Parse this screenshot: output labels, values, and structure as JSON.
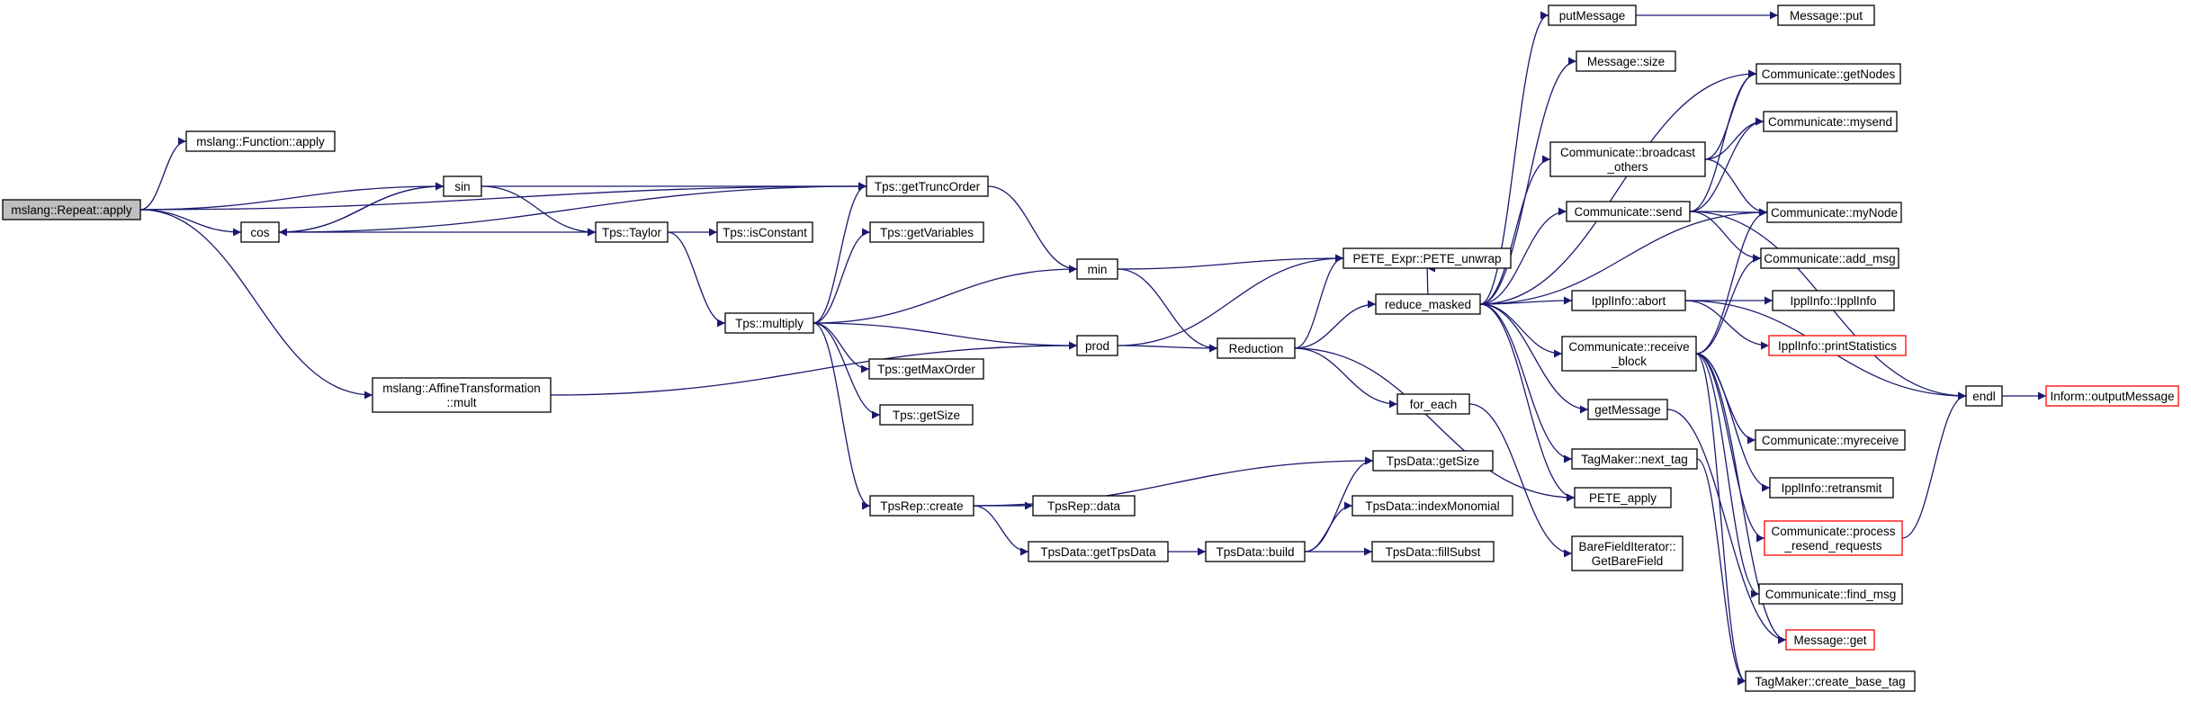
{
  "colors": {
    "edge": "#191970",
    "node_border": "#000000",
    "node_fill": "#ffffff",
    "root_fill": "#bfbfbf",
    "truncated_border": "#ff0000"
  },
  "nodes": [
    {
      "id": "repeat_apply",
      "lines": [
        "mslang::Repeat::apply"
      ],
      "root": true
    },
    {
      "id": "function_apply",
      "lines": [
        "mslang::Function::apply"
      ]
    },
    {
      "id": "sin",
      "lines": [
        "sin"
      ]
    },
    {
      "id": "cos",
      "lines": [
        "cos"
      ]
    },
    {
      "id": "affine_mult",
      "lines": [
        "mslang::AffineTransformation",
        "::mult"
      ]
    },
    {
      "id": "get_trunc_order",
      "lines": [
        "Tps::getTruncOrder"
      ]
    },
    {
      "id": "taylor",
      "lines": [
        "Tps::Taylor"
      ]
    },
    {
      "id": "is_constant",
      "lines": [
        "Tps::isConstant"
      ]
    },
    {
      "id": "get_variables",
      "lines": [
        "Tps::getVariables"
      ]
    },
    {
      "id": "multiply",
      "lines": [
        "Tps::multiply"
      ]
    },
    {
      "id": "get_max_order",
      "lines": [
        "Tps::getMaxOrder"
      ]
    },
    {
      "id": "get_size",
      "lines": [
        "Tps::getSize"
      ]
    },
    {
      "id": "tpsrep_create",
      "lines": [
        "TpsRep::create"
      ]
    },
    {
      "id": "tpsrep_data",
      "lines": [
        "TpsRep::data"
      ]
    },
    {
      "id": "get_tps_data",
      "lines": [
        "TpsData::getTpsData"
      ]
    },
    {
      "id": "tpsdata_build",
      "lines": [
        "TpsData::build"
      ]
    },
    {
      "id": "tpsdata_get_size",
      "lines": [
        "TpsData::getSize"
      ]
    },
    {
      "id": "index_monomial",
      "lines": [
        "TpsData::indexMonomial"
      ]
    },
    {
      "id": "fill_subst",
      "lines": [
        "TpsData::fillSubst"
      ]
    },
    {
      "id": "min",
      "lines": [
        "min"
      ]
    },
    {
      "id": "prod",
      "lines": [
        "prod"
      ]
    },
    {
      "id": "reduction",
      "lines": [
        "Reduction"
      ]
    },
    {
      "id": "pete_unwrap",
      "lines": [
        "PETE_Expr::PETE_unwrap"
      ]
    },
    {
      "id": "reduce_masked",
      "lines": [
        "reduce_masked"
      ]
    },
    {
      "id": "for_each",
      "lines": [
        "for_each"
      ]
    },
    {
      "id": "put_message",
      "lines": [
        "putMessage"
      ]
    },
    {
      "id": "message_put",
      "lines": [
        "Message::put"
      ]
    },
    {
      "id": "message_size",
      "lines": [
        "Message::size"
      ]
    },
    {
      "id": "broadcast_others",
      "lines": [
        "Communicate::broadcast",
        "_others"
      ]
    },
    {
      "id": "comm_send",
      "lines": [
        "Communicate::send"
      ]
    },
    {
      "id": "ippl_abort",
      "lines": [
        "IpplInfo::abort"
      ]
    },
    {
      "id": "receive_block",
      "lines": [
        "Communicate::receive",
        "_block"
      ]
    },
    {
      "id": "get_message",
      "lines": [
        "getMessage"
      ]
    },
    {
      "id": "next_tag",
      "lines": [
        "TagMaker::next_tag"
      ]
    },
    {
      "id": "pete_apply",
      "lines": [
        "PETE_apply"
      ]
    },
    {
      "id": "get_bare_field",
      "lines": [
        "BareFieldIterator::",
        "GetBareField"
      ]
    },
    {
      "id": "get_nodes",
      "lines": [
        "Communicate::getNodes"
      ]
    },
    {
      "id": "mysend",
      "lines": [
        "Communicate::mysend"
      ]
    },
    {
      "id": "my_node",
      "lines": [
        "Communicate::myNode"
      ]
    },
    {
      "id": "add_msg",
      "lines": [
        "Communicate::add_msg"
      ]
    },
    {
      "id": "ippl_info",
      "lines": [
        "IpplInfo::IpplInfo"
      ]
    },
    {
      "id": "print_statistics",
      "lines": [
        "IpplInfo::printStatistics"
      ],
      "truncated": true
    },
    {
      "id": "myreceive",
      "lines": [
        "Communicate::myreceive"
      ]
    },
    {
      "id": "retransmit",
      "lines": [
        "IpplInfo::retransmit"
      ]
    },
    {
      "id": "process_resend",
      "lines": [
        "Communicate::process",
        "_resend_requests"
      ],
      "truncated": true
    },
    {
      "id": "find_msg",
      "lines": [
        "Communicate::find_msg"
      ]
    },
    {
      "id": "message_get",
      "lines": [
        "Message::get"
      ],
      "truncated": true
    },
    {
      "id": "create_base_tag",
      "lines": [
        "TagMaker::create_base_tag"
      ]
    },
    {
      "id": "endl",
      "lines": [
        "endl"
      ]
    },
    {
      "id": "output_message",
      "lines": [
        "Inform::outputMessage"
      ],
      "truncated": true
    }
  ],
  "edges": [
    [
      "repeat_apply",
      "function_apply"
    ],
    [
      "repeat_apply",
      "sin"
    ],
    [
      "repeat_apply",
      "cos"
    ],
    [
      "repeat_apply",
      "affine_mult"
    ],
    [
      "repeat_apply",
      "get_trunc_order"
    ],
    [
      "sin",
      "cos"
    ],
    [
      "cos",
      "sin"
    ],
    [
      "sin",
      "get_trunc_order"
    ],
    [
      "sin",
      "taylor"
    ],
    [
      "cos",
      "taylor"
    ],
    [
      "cos",
      "get_trunc_order"
    ],
    [
      "taylor",
      "is_constant"
    ],
    [
      "taylor",
      "multiply"
    ],
    [
      "get_trunc_order",
      "min"
    ],
    [
      "multiply",
      "get_trunc_order"
    ],
    [
      "multiply",
      "get_variables"
    ],
    [
      "multiply",
      "min"
    ],
    [
      "multiply",
      "prod"
    ],
    [
      "multiply",
      "get_max_order"
    ],
    [
      "multiply",
      "get_size"
    ],
    [
      "multiply",
      "tpsrep_create"
    ],
    [
      "affine_mult",
      "prod"
    ],
    [
      "tpsrep_create",
      "tpsdata_get_size"
    ],
    [
      "tpsrep_create",
      "tpsrep_data"
    ],
    [
      "tpsrep_create",
      "get_tps_data"
    ],
    [
      "get_tps_data",
      "tpsdata_build"
    ],
    [
      "tpsdata_build",
      "tpsdata_get_size"
    ],
    [
      "tpsdata_build",
      "index_monomial"
    ],
    [
      "tpsdata_build",
      "fill_subst"
    ],
    [
      "min",
      "pete_unwrap"
    ],
    [
      "min",
      "reduction"
    ],
    [
      "prod",
      "pete_unwrap"
    ],
    [
      "prod",
      "reduction"
    ],
    [
      "reduction",
      "pete_unwrap"
    ],
    [
      "reduction",
      "reduce_masked"
    ],
    [
      "reduction",
      "for_each"
    ],
    [
      "reduction",
      "pete_apply"
    ],
    [
      "for_each",
      "get_bare_field"
    ],
    [
      "reduce_masked",
      "put_message"
    ],
    [
      "reduce_masked",
      "message_size"
    ],
    [
      "reduce_masked",
      "broadcast_others"
    ],
    [
      "reduce_masked",
      "comm_send"
    ],
    [
      "reduce_masked",
      "ippl_abort"
    ],
    [
      "reduce_masked",
      "receive_block"
    ],
    [
      "reduce_masked",
      "get_message"
    ],
    [
      "reduce_masked",
      "next_tag"
    ],
    [
      "reduce_masked",
      "pete_apply"
    ],
    [
      "reduce_masked",
      "get_nodes"
    ],
    [
      "reduce_masked",
      "my_node"
    ],
    [
      "reduce_masked",
      "pete_unwrap"
    ],
    [
      "put_message",
      "message_put"
    ],
    [
      "broadcast_others",
      "get_nodes"
    ],
    [
      "broadcast_others",
      "mysend"
    ],
    [
      "broadcast_others",
      "my_node"
    ],
    [
      "comm_send",
      "get_nodes"
    ],
    [
      "comm_send",
      "mysend"
    ],
    [
      "comm_send",
      "my_node"
    ],
    [
      "comm_send",
      "add_msg"
    ],
    [
      "comm_send",
      "endl"
    ],
    [
      "ippl_abort",
      "ippl_info"
    ],
    [
      "ippl_abort",
      "print_statistics"
    ],
    [
      "ippl_abort",
      "endl"
    ],
    [
      "receive_block",
      "my_node"
    ],
    [
      "receive_block",
      "add_msg"
    ],
    [
      "receive_block",
      "myreceive"
    ],
    [
      "receive_block",
      "retransmit"
    ],
    [
      "receive_block",
      "process_resend"
    ],
    [
      "receive_block",
      "find_msg"
    ],
    [
      "receive_block",
      "message_get"
    ],
    [
      "receive_block",
      "create_base_tag"
    ],
    [
      "get_message",
      "message_get"
    ],
    [
      "next_tag",
      "create_base_tag"
    ],
    [
      "process_resend",
      "endl"
    ],
    [
      "endl",
      "output_message"
    ]
  ]
}
